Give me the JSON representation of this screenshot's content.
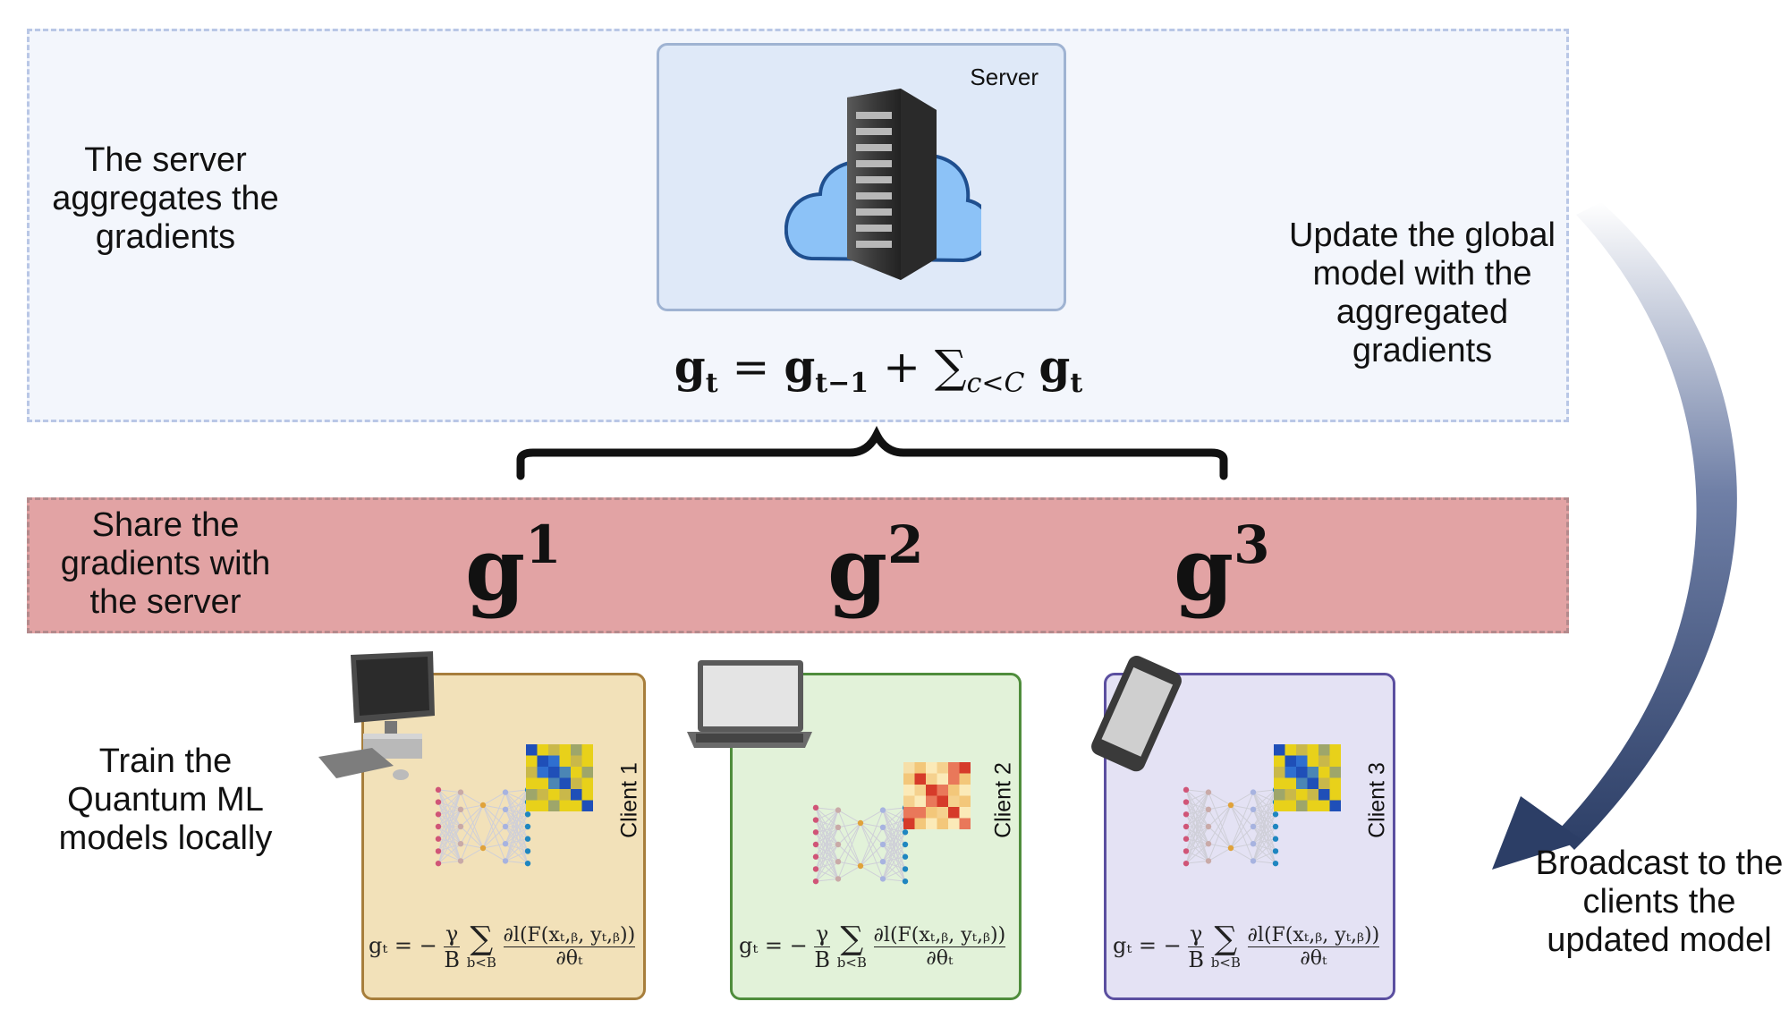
{
  "panels": {
    "server_step": "The server aggregates the gradients",
    "update_step": "Update the global model with the aggregated gradients",
    "share_step": "Share the gradients with the server",
    "train_step": "Train the Quantum ML models locally",
    "broadcast_step": "Broadcast to the clients the updated model"
  },
  "server": {
    "title": "Server",
    "formula": "gₜ = gₜ₋₁ + ∑꜀﹤꜀ gₜ"
  },
  "server_formula_parts": {
    "lhs": "g",
    "lhs_sub": "t",
    "eq": "=",
    "prev": "g",
    "prev_sub": "t−1",
    "plus": "+",
    "sum": "∑",
    "sum_sub": "c<C",
    "last": "g",
    "last_sub": "t"
  },
  "gradients": [
    {
      "base": "g",
      "exp": "1"
    },
    {
      "base": "g",
      "exp": "2"
    },
    {
      "base": "g",
      "exp": "3"
    }
  ],
  "clients": [
    {
      "name": "Client 1",
      "device": "desktop-computer-icon"
    },
    {
      "name": "Client 2",
      "device": "laptop-icon"
    },
    {
      "name": "Client 3",
      "device": "smartphone-icon"
    }
  ],
  "client_formula": {
    "lhs": "gₜ = −",
    "frac_num": "γ",
    "frac_den": "B",
    "sum": "∑",
    "sum_sub": "b<B",
    "num": "∂l(F(xₜ,ᵦ, yₜ,ᵦ))",
    "den": "∂θₜ"
  },
  "colors": {
    "top_panel": "#f3f6fc",
    "share_band": "#e2a3a4",
    "arrow_dark": "#2c3e66",
    "node_red": "#d05577",
    "node_blue": "#2a82b8"
  }
}
